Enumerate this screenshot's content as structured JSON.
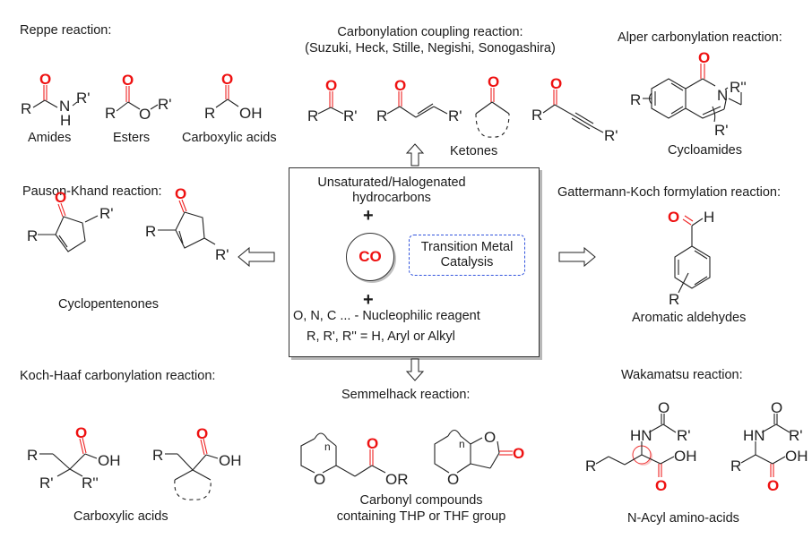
{
  "center": {
    "line1": "Unsaturated/Halogenated",
    "line2": "hydrocarbons",
    "plus": "+",
    "co": "CO",
    "catalysis_line1": "Transition Metal",
    "catalysis_line2": "Catalysis",
    "nucleophile": "O, N, C ... - Nucleophilic reagent",
    "substituents": "R, R', R'' = H, Aryl or Alkyl",
    "colors": {
      "accent": "#ee1111",
      "catalysis_border": "#3355dd"
    }
  },
  "sections": {
    "reppe": {
      "title": "Reppe reaction:",
      "labels": [
        "Amides",
        "Esters",
        "Carboxylic acids"
      ]
    },
    "carbonylation_coupling": {
      "title": "Carbonylation coupling reaction:",
      "subtitle": "(Suzuki, Heck, Stille, Negishi, Sonogashira)",
      "label": "Ketones"
    },
    "alper": {
      "title": "Alper carbonylation reaction:",
      "label": "Cycloamides"
    },
    "pauson_khand": {
      "title": "Pauson-Khand reaction:",
      "label": "Cyclopentenones"
    },
    "gattermann_koch": {
      "title": "Gattermann-Koch formylation reaction:",
      "label": "Aromatic aldehydes"
    },
    "koch_haaf": {
      "title": "Koch-Haaf carbonylation reaction:",
      "label": "Carboxylic acids"
    },
    "semmelhack": {
      "title": "Semmelhack reaction:",
      "label_line1": "Carbonyl compounds",
      "label_line2": "containing THP or THF group"
    },
    "wakamatsu": {
      "title": "Wakamatsu reaction:",
      "label": "N-Acyl amino-acids"
    }
  },
  "atoms": {
    "O": "O",
    "R": "R",
    "R1": "R'",
    "R2": "R''",
    "N": "N",
    "H": "H",
    "NH": "N",
    "OH": "OH",
    "OR": "OR",
    "HN": "HN",
    "n": "n"
  }
}
